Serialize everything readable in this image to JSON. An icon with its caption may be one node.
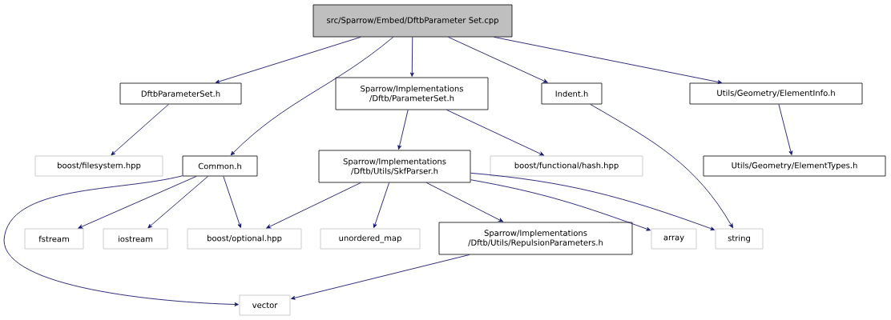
{
  "diagram": {
    "nodes": [
      {
        "text": [
          "src/Sparrow/Embed/DftbParameter Set.cpp"
        ]
      },
      {
        "text": [
          "DftbParameterSet.h"
        ]
      },
      {
        "text": [
          "Sparrow/Implementations /Dftb/ParameterSet.h"
        ]
      },
      {
        "text": [
          "Indent.h"
        ]
      },
      {
        "text": [
          "Utils/Geometry/ElementInfo.h"
        ]
      },
      {
        "text": [
          "boost/filesystem.hpp"
        ]
      },
      {
        "text": [
          "Common.h"
        ]
      },
      {
        "text": [
          "Sparrow/Implementations /Dftb/Utils/SkfParser.h"
        ]
      },
      {
        "text": [
          "boost/functional/hash.hpp"
        ]
      },
      {
        "text": [
          "Utils/Geometry/ElementTypes.h"
        ]
      },
      {
        "text": [
          "fstream"
        ]
      },
      {
        "text": [
          "iostream"
        ]
      },
      {
        "text": [
          "boost/optional.hpp"
        ]
      },
      {
        "text": [
          "unordered_map"
        ]
      },
      {
        "text": [
          "Sparrow/Implementations /Dftb/Utils/RepulsionParameters.h"
        ]
      },
      {
        "text": [
          "array"
        ]
      },
      {
        "text": [
          "string"
        ]
      },
      {
        "text": [
          "vector"
        ]
      }
    ],
    "edges": [
      {
        "from": 0,
        "to": 1,
        "arrow": "to"
      },
      {
        "from": 0,
        "to": 6,
        "arrow": "to"
      },
      {
        "from": 0,
        "to": 2,
        "arrow": "to"
      },
      {
        "from": 0,
        "to": 3,
        "arrow": "to"
      },
      {
        "from": 0,
        "to": 4,
        "arrow": "to"
      },
      {
        "from": 1,
        "to": 5,
        "arrow": "to"
      },
      {
        "from": 2,
        "to": 7,
        "arrow": "to"
      },
      {
        "from": 2,
        "to": 8,
        "arrow": "to"
      },
      {
        "from": 3,
        "to": 16,
        "arrow": "to"
      },
      {
        "from": 4,
        "to": 9,
        "arrow": "to"
      },
      {
        "from": 6,
        "to": 17,
        "arrow": "to"
      },
      {
        "from": 6,
        "to": 10,
        "arrow": "to"
      },
      {
        "from": 6,
        "to": 11,
        "arrow": "to"
      },
      {
        "from": 6,
        "to": 12,
        "arrow": "to"
      },
      {
        "from": 7,
        "to": 12,
        "arrow": "to"
      },
      {
        "from": 7,
        "to": 13,
        "arrow": "to"
      },
      {
        "from": 7,
        "to": 14,
        "arrow": "to"
      },
      {
        "from": 7,
        "to": 15,
        "arrow": "to"
      },
      {
        "from": 7,
        "to": 16,
        "arrow": "to"
      },
      {
        "from": 14,
        "to": 17,
        "arrow": "to"
      }
    ]
  }
}
